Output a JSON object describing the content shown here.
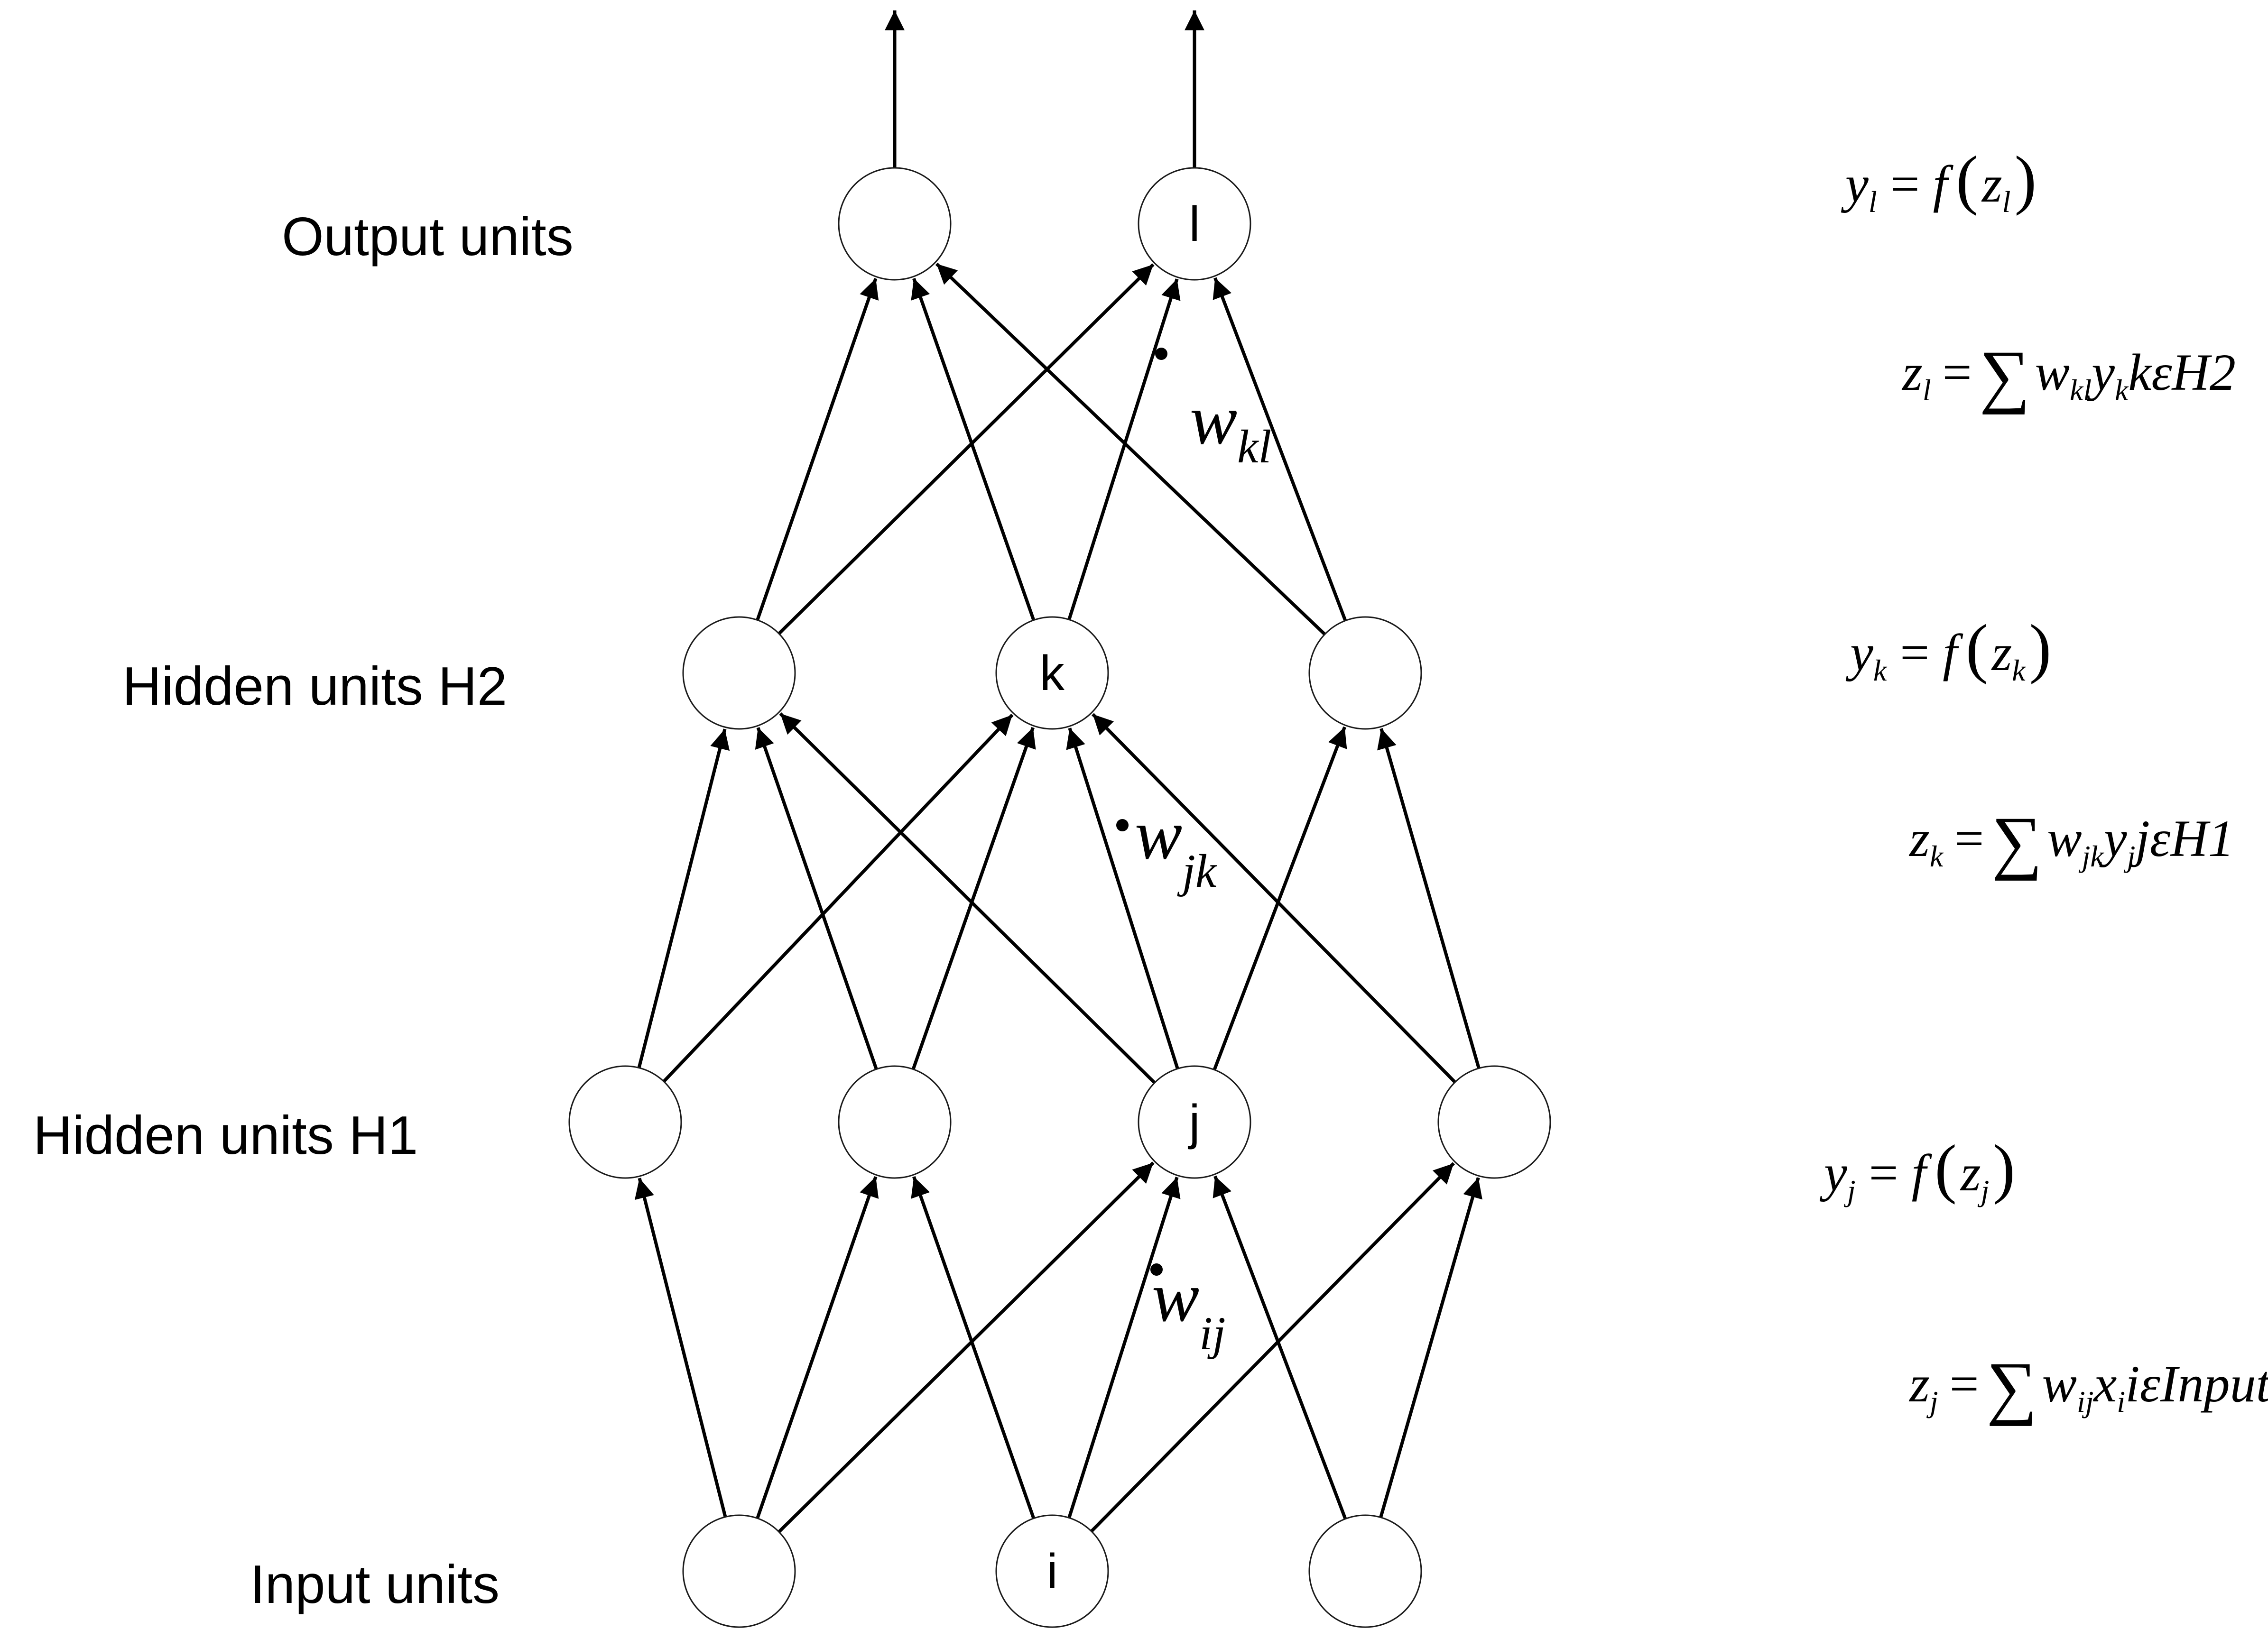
{
  "layers": [
    {
      "id": "output",
      "label": "Output units"
    },
    {
      "id": "h2",
      "label": "Hidden units H2"
    },
    {
      "id": "h1",
      "label": "Hidden units H1"
    },
    {
      "id": "input",
      "label": "Input units"
    }
  ],
  "node_labels": {
    "output_2": "l",
    "h2_2": "k",
    "h1_3": "j",
    "input_2": "i"
  },
  "weights": {
    "kl": {
      "base": "w",
      "sub": "kl"
    },
    "jk": {
      "base": "w",
      "sub": "jk"
    },
    "ij": {
      "base": "w",
      "sub": "ij"
    }
  },
  "equations": {
    "yl": {
      "lhs": "y",
      "lhs_sub": "l",
      "eq": "=",
      "fn": "f",
      "open": "(",
      "arg": "z",
      "arg_sub": "l",
      "close": ")"
    },
    "zl": {
      "lhs": "z",
      "lhs_sub": "l",
      "eq": "=",
      "sum": "∑",
      "w": "w",
      "w_sub": "kl",
      "v": "y",
      "v_sub": "k",
      "domain": "kεH2"
    },
    "yk": {
      "lhs": "y",
      "lhs_sub": "k",
      "eq": "=",
      "fn": "f",
      "open": "(",
      "arg": "z",
      "arg_sub": "k",
      "close": ")"
    },
    "zk": {
      "lhs": "z",
      "lhs_sub": "k",
      "eq": "=",
      "sum": "∑",
      "w": "w",
      "w_sub": "jk",
      "v": "y",
      "v_sub": "j",
      "domain": "jεH1"
    },
    "yj": {
      "lhs": "y",
      "lhs_sub": "j",
      "eq": "=",
      "fn": "f",
      "open": "(",
      "arg": "z",
      "arg_sub": "j",
      "close": ")"
    },
    "zj": {
      "lhs": "z",
      "lhs_sub": "j",
      "eq": "=",
      "sum": "∑",
      "w": "w",
      "w_sub": "ij",
      "v": "x",
      "v_sub": "i",
      "domain": "iεInput"
    }
  }
}
